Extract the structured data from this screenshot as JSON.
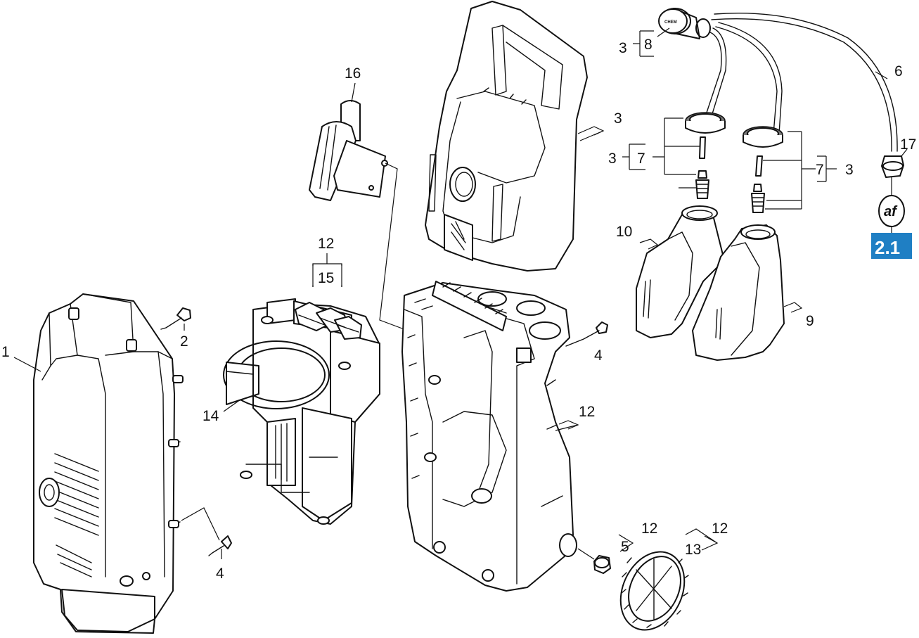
{
  "labels": {
    "l1": "1",
    "l2": "2",
    "l3_top": "3",
    "l3_mid": "3",
    "l3_left": "3",
    "l3_right": "3",
    "l4_left": "4",
    "l4_right": "4",
    "l5": "5",
    "l6": "6",
    "l7_left": "7",
    "l7_right": "7",
    "l8": "8",
    "l9": "9",
    "l10": "10",
    "l12_top": "12",
    "l12_mid": "12",
    "l12_wheelcap": "12",
    "l12_wheel": "12",
    "l13": "13",
    "l14": "14",
    "l15": "15",
    "l16": "16",
    "l17": "17"
  },
  "cap_text": "CHEM",
  "af_symbol": "af",
  "reference_badge": {
    "text": "2.1",
    "color": "#1f7fc4"
  }
}
